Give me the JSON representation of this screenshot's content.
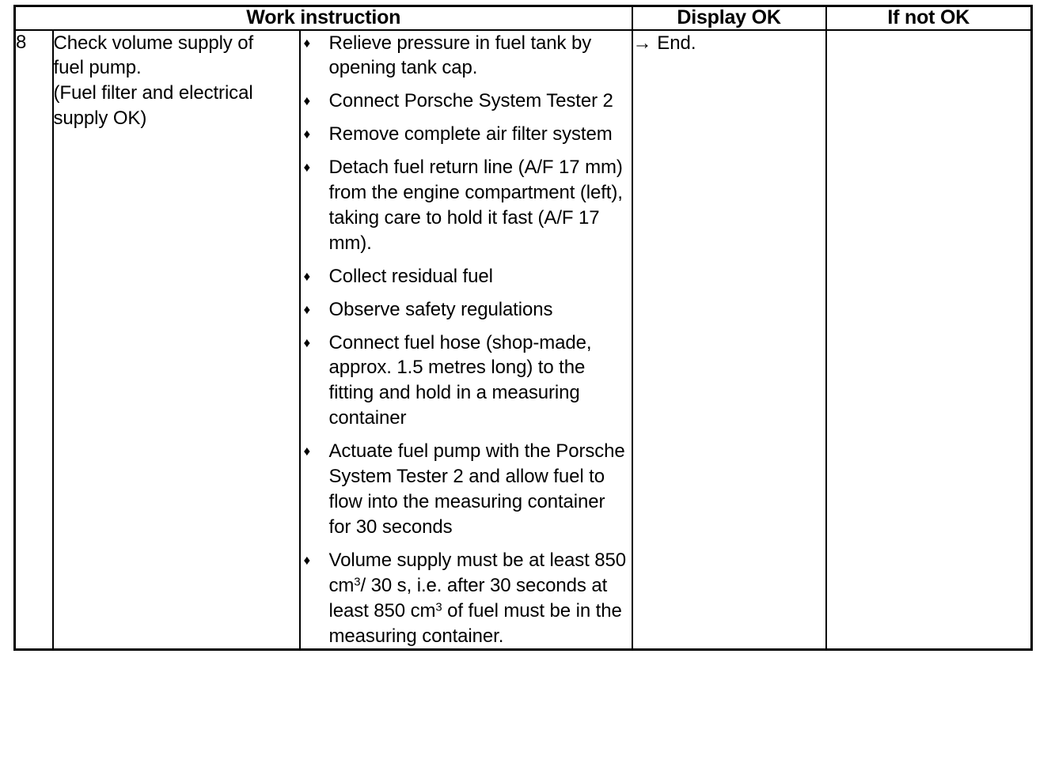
{
  "table": {
    "headers": {
      "work_instruction": "Work instruction",
      "display_ok": "Display OK",
      "if_not_ok": "If not OK"
    },
    "row": {
      "index": "8",
      "description_lines": [
        "Check volume supply of",
        "fuel pump.",
        "(Fuel filter and electrical",
        "supply OK)"
      ],
      "bullet_glyph": "♦",
      "steps": [
        "Relieve pressure in fuel tank by opening tank cap.",
        "Connect Porsche System Tester 2",
        "Remove complete air filter system",
        "Detach fuel return line (A/F 17 mm) from the engine compartment (left), taking care to hold it fast (A/F 17 mm).",
        "Collect residual fuel",
        "Observe safety regulations",
        "Connect fuel hose (shop-made, approx. 1.5 metres long) to the fitting and hold in a measuring container",
        "Actuate fuel pump with the Porsche System Tester 2 and allow fuel to flow into the measuring container for 30 seconds",
        {
          "prefix": "Volume supply must be at least 850 cm",
          "sup1": "3",
          "middle": "/ 30 s, i.e. after 30 seconds at least 850 cm",
          "sup2": "3",
          "suffix": " of fuel must be in the measuring container."
        }
      ],
      "display_ok": "→ End.",
      "if_not_ok": ""
    }
  },
  "colors": {
    "ink": "#000000",
    "paper": "#ffffff"
  }
}
